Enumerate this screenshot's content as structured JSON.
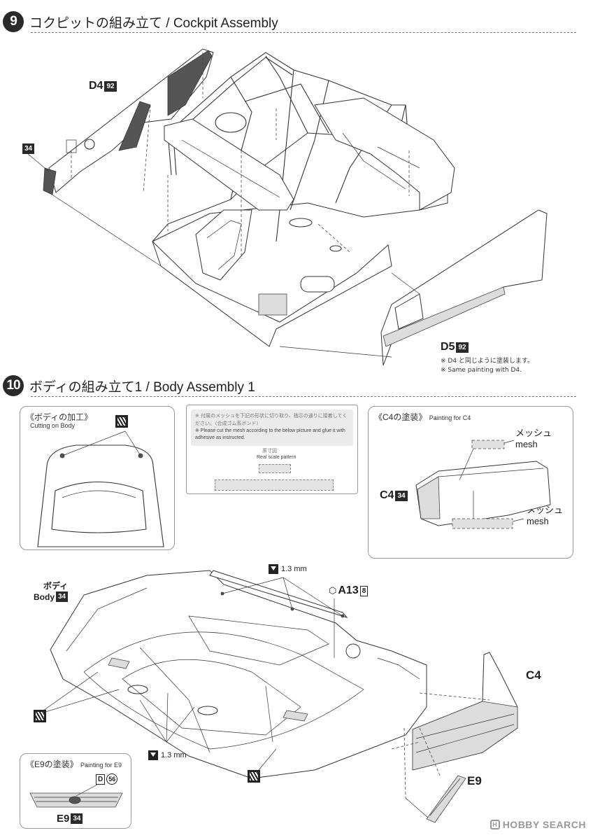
{
  "step9": {
    "number": "9",
    "title": "コクピットの組み立て / Cockpit Assembly",
    "parts": {
      "d4": {
        "name": "D4",
        "color_code": "92"
      },
      "d4_code": "34",
      "d5": {
        "name": "D5",
        "color_code": "92"
      }
    },
    "note_jp": "※ D4 と同じように塗装します。",
    "note_en": "※ Same painting with D4."
  },
  "step10": {
    "number": "10",
    "title": "ボディの組み立て1 / Body Assembly 1",
    "box_cutting": {
      "title": "《ボディの加工》",
      "subtitle": "Cutting on Body"
    },
    "box_mesh": {
      "note_jp": "※ 付属のメッシュを下記の形状に切り取り、指示の通りに接着してください。（合成ゴム系ボンド）",
      "note_en": "※ Please cut the mesh according to the below picture and glue it with adhesive as instructed.",
      "pattern_jp": "原寸図",
      "pattern_en": "Real scale pattern"
    },
    "box_c4": {
      "title": "《C4の塗装》",
      "title_en": "Painting for C4",
      "mesh_jp_1": "メッシュ",
      "mesh_en_1": "mesh",
      "mesh_jp_2": "メッシュ",
      "mesh_en_2": "mesh",
      "part": {
        "name": "C4",
        "color_code": "34"
      }
    },
    "box_e9": {
      "title": "《E9の塗装》",
      "title_en": "Painting for E9",
      "chip_d": "D",
      "circle_code": "56",
      "part": {
        "name": "E9",
        "color_code": "34"
      }
    },
    "body": {
      "jp": "ボディ",
      "en": "Body",
      "color_code": "34"
    },
    "a13": {
      "name": "A13",
      "color_code": "8"
    },
    "c4_label": "C4",
    "e9_label": "E9",
    "drill_top": "1.3 mm",
    "drill_bottom": "1.3 mm"
  },
  "watermark": {
    "text": "HOBBY SEARCH",
    "mark": "H"
  }
}
